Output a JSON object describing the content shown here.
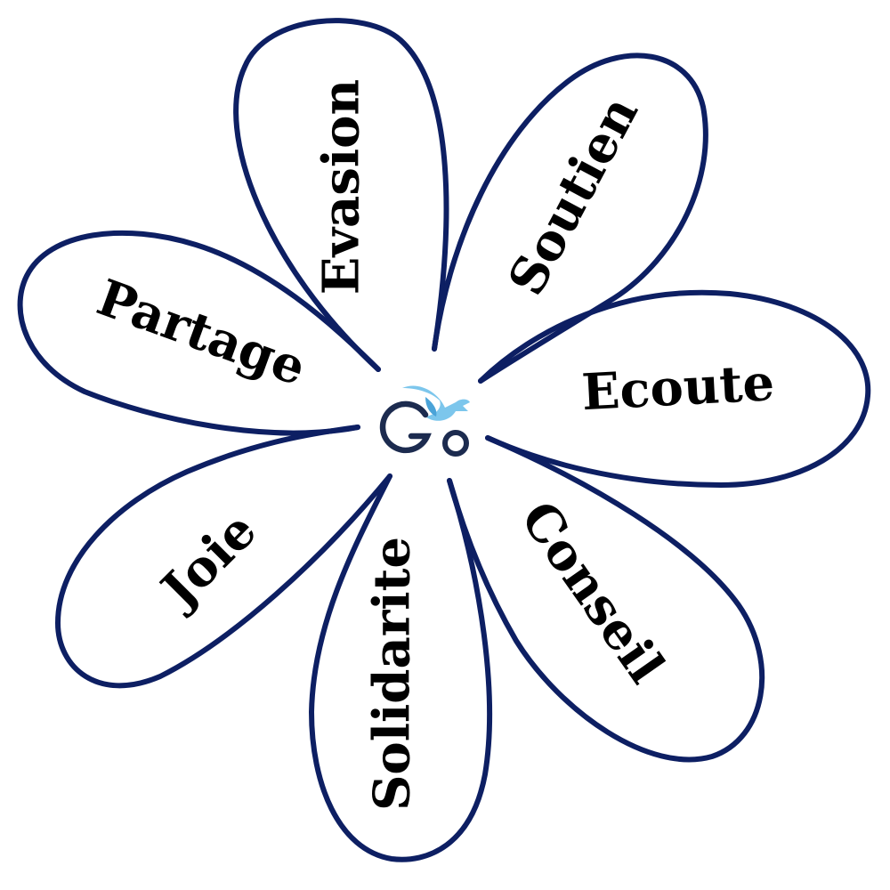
{
  "colors": {
    "petal_stroke": "#0d1f63",
    "logo_bird": "#7cc6ec",
    "logo_bird_dark": "#4aa3d8",
    "logo_letters": "#1c2b4f",
    "text": "#000000"
  },
  "logo": {
    "text": "Go",
    "icon": "bird-icon"
  },
  "petals": [
    {
      "label": "Evasion"
    },
    {
      "label": "Soutien"
    },
    {
      "label": "Ecoute"
    },
    {
      "label": "Conseil"
    },
    {
      "label": "Solidarite"
    },
    {
      "label": "Joie"
    },
    {
      "label": "Partage"
    }
  ]
}
